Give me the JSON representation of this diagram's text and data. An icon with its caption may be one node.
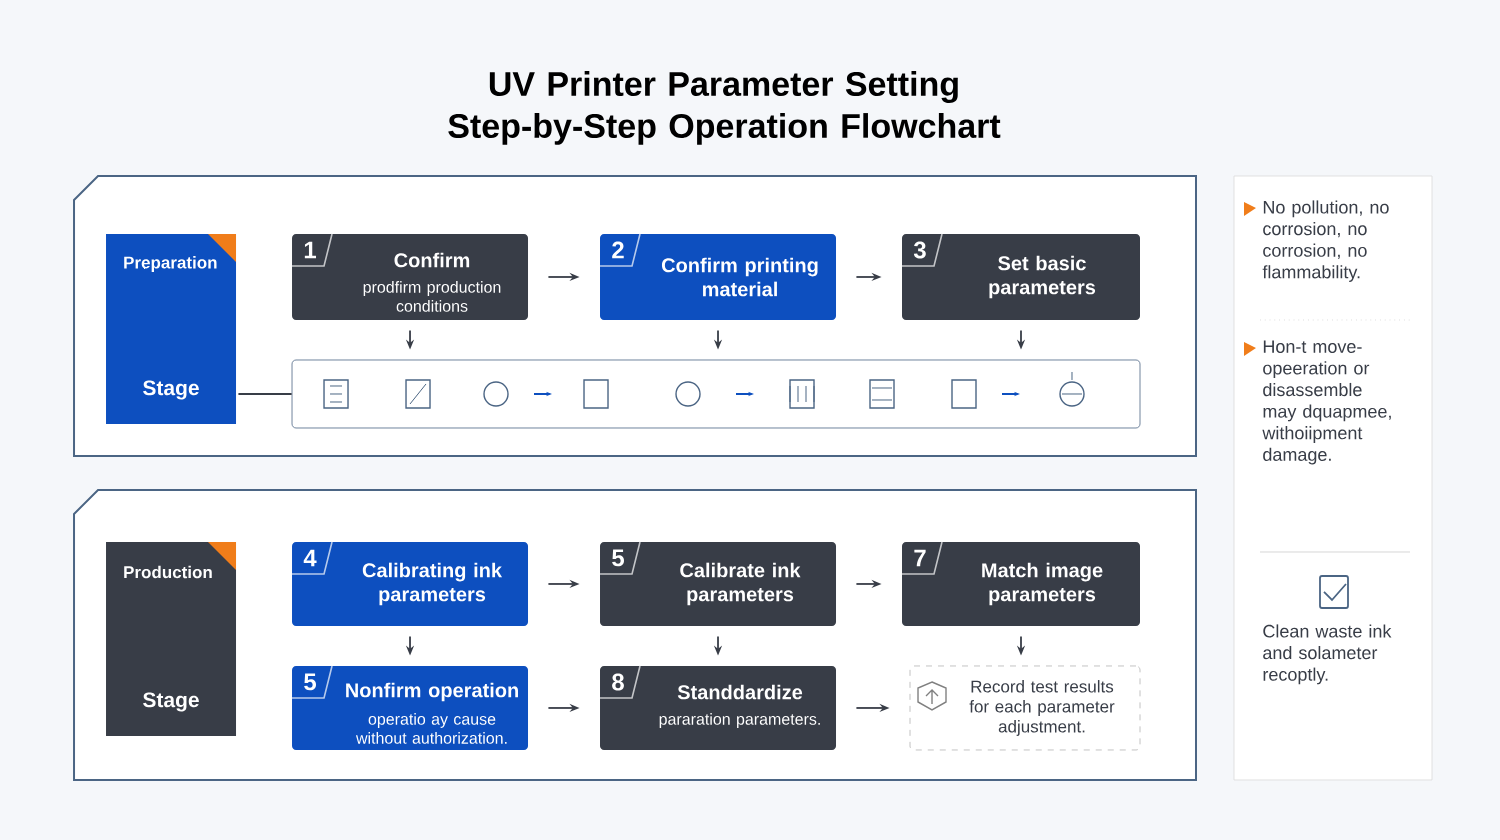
{
  "diagram": {
    "title": "UV Printer Parameter Setting Step-by-Step Operation Flowchart",
    "nodes": [
      {
        "text": [
          "Preparation",
          "Stage"
        ]
      },
      {
        "text": [
          "1",
          "Confirm",
          "prodfirm production conditions"
        ]
      },
      {
        "text": [
          "2",
          "Confirm printing material"
        ]
      },
      {
        "text": [
          "3",
          "Set basic parameters"
        ]
      },
      {
        "text": [],
        "shape": "box"
      },
      {
        "text": [
          "Production",
          "Stage"
        ]
      },
      {
        "text": [
          "4",
          "Calibrating ink parameters"
        ]
      },
      {
        "text": [
          "5",
          "Calibrate ink parameters"
        ]
      },
      {
        "text": [
          "7",
          "Match image parameters"
        ]
      },
      {
        "text": [
          "5",
          "Nonfirm operation",
          "operatio ay cause without authorization."
        ]
      },
      {
        "text": [
          "8",
          "Standdardize",
          "pararation parameters."
        ]
      },
      {
        "text": [
          "Record test results for each parameter adjustment."
        ]
      },
      {
        "text": [
          "No pollution, no corrosion, no corrosion, no flammability.",
          "Hon-t move- opeeration or disassemble may dquapmee, withoiipment damage.",
          "Clean waste ink and solameter recoptly."
        ]
      }
    ],
    "edges": [
      {
        "from": 1,
        "to": 2,
        "arrow": "to"
      },
      {
        "from": 2,
        "to": 3,
        "arrow": "to"
      },
      {
        "from": 1,
        "to": 4,
        "arrow": "to"
      },
      {
        "from": 2,
        "to": 4,
        "arrow": "to"
      },
      {
        "from": 3,
        "to": 4,
        "arrow": "to"
      },
      {
        "from": 0,
        "to": 4,
        "arrow": "none"
      },
      {
        "from": 6,
        "to": 7,
        "arrow": "to"
      },
      {
        "from": 7,
        "to": 8,
        "arrow": "to"
      },
      {
        "from": 6,
        "to": 9,
        "arrow": "to"
      },
      {
        "from": 7,
        "to": 10,
        "arrow": "to"
      },
      {
        "from": 8,
        "to": 11,
        "arrow": "to"
      },
      {
        "from": 9,
        "to": 10,
        "arrow": "to"
      },
      {
        "from": 10,
        "to": 11,
        "arrow": "to"
      }
    ]
  }
}
